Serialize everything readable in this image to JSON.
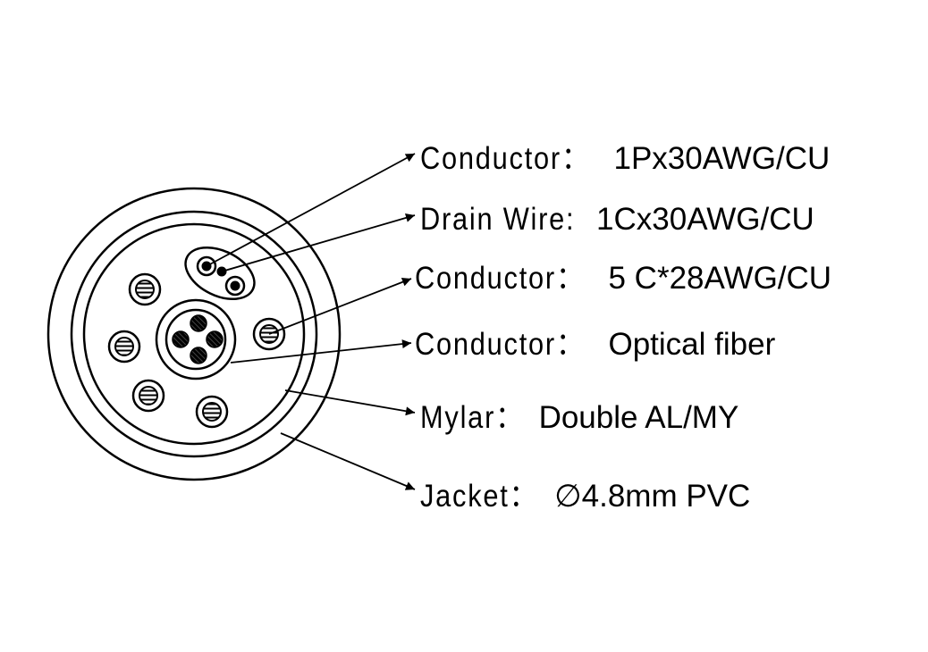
{
  "labels": [
    {
      "key": "Conductor：",
      "value": "1Px30AWG/CU"
    },
    {
      "key": "Drain Wire:",
      "value": "1Cx30AWG/CU"
    },
    {
      "key": "Conductor：",
      "value": "5 C*28AWG/CU"
    },
    {
      "key": "Conductor：",
      "value": "Optical fiber"
    },
    {
      "key": "Mylar：",
      "value": "Double AL/MY"
    },
    {
      "key": "Jacket：",
      "value": "∅4.8mm PVC"
    }
  ],
  "colors": {
    "stroke": "#000000",
    "background": "#ffffff"
  }
}
